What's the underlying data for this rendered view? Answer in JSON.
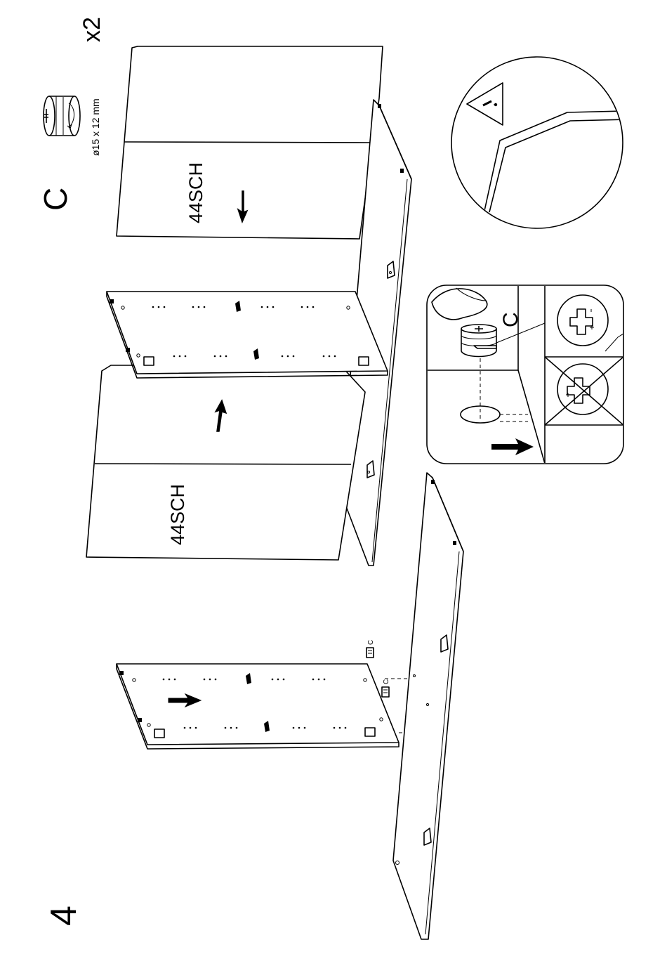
{
  "step": {
    "number": "4"
  },
  "hardware": {
    "letter": "C",
    "quantity": "x2",
    "size": "ø15 x 12 mm",
    "icon": "cam-lock-fitting-icon"
  },
  "panels": {
    "label_top": "44SCH",
    "label_bottom": "44SCH"
  },
  "callouts": {
    "cam_letter": "C",
    "small_c_1": "C",
    "small_c_2": "C",
    "warning_icon": "warning-triangle-icon",
    "correct_icon": "correct-orientation-cam-icon",
    "incorrect_icon": "incorrect-orientation-cam-icon"
  },
  "colors": {
    "line": "#000000",
    "background": "#ffffff"
  }
}
